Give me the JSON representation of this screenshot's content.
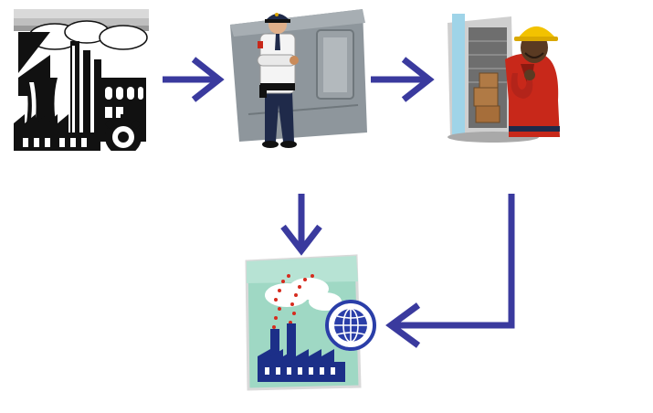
{
  "diagram": {
    "nodes": [
      {
        "id": "factory",
        "icon": "industrial-factory-clipart-icon"
      },
      {
        "id": "security-guard",
        "icon": "security-guard-clipart-icon"
      },
      {
        "id": "warehouse-worker",
        "icon": "warehouse-worker-clipart-icon"
      },
      {
        "id": "environmental-factory",
        "icon": "factory-with-globe-clipart-icon"
      }
    ],
    "edges": [
      {
        "from": "factory",
        "to": "security-guard"
      },
      {
        "from": "security-guard",
        "to": "warehouse-worker"
      },
      {
        "from": "security-guard",
        "to": "environmental-factory"
      },
      {
        "from": "warehouse-worker",
        "to": "environmental-factory"
      }
    ],
    "colors": {
      "arrow": "#3a3a9e",
      "factory_black": "#111111",
      "guard_wall": "#8e969c",
      "worker_shirt": "#c8281a",
      "worker_helmet": "#f2c200",
      "env_background": "#9fd8c4",
      "env_factory": "#1c2f88",
      "globe": "#2a3ea8"
    }
  }
}
